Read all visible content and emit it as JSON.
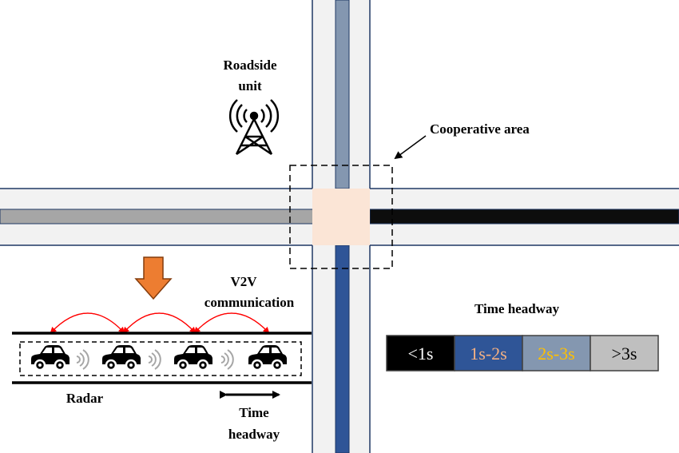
{
  "labels": {
    "roadside_unit_line1": "Roadside",
    "roadside_unit_line2": "unit",
    "cooperative_area": "Cooperative area",
    "v2v_line1": "V2V",
    "v2v_line2": "communication",
    "radar": "Radar",
    "time_headway_line1": "Time",
    "time_headway_line2": "headway"
  },
  "legend": {
    "title": "Time headway",
    "items": [
      {
        "label": "<1s",
        "color": "#000000",
        "text_color": "#ffffff"
      },
      {
        "label": "1s-2s",
        "color": "#2f5597",
        "text_color": "#f4b183"
      },
      {
        "label": "2s-3s",
        "color": "#8497b0",
        "text_color": "#ffc000"
      },
      {
        "label": ">3s",
        "color": "#bfbfbf",
        "text_color": "#000000"
      }
    ]
  },
  "colors": {
    "road_fill": "#f2f2f2",
    "road_border": "#1f3864",
    "lane_north": "#8497b0",
    "lane_south": "#2f5597",
    "lane_west": "#a6a6a6",
    "lane_east": "#0d0d0d",
    "intersection": "#fbe5d6",
    "arrow_orange": "#ed7d31",
    "v2v_arc": "#ff0000"
  },
  "icons": {
    "tower": "radio-tower-icon",
    "car": "car-icon",
    "radar_signal": "radar-wave-icon",
    "down_arrow": "down-arrow-icon",
    "double_arrow": "double-headed-arrow-icon"
  }
}
